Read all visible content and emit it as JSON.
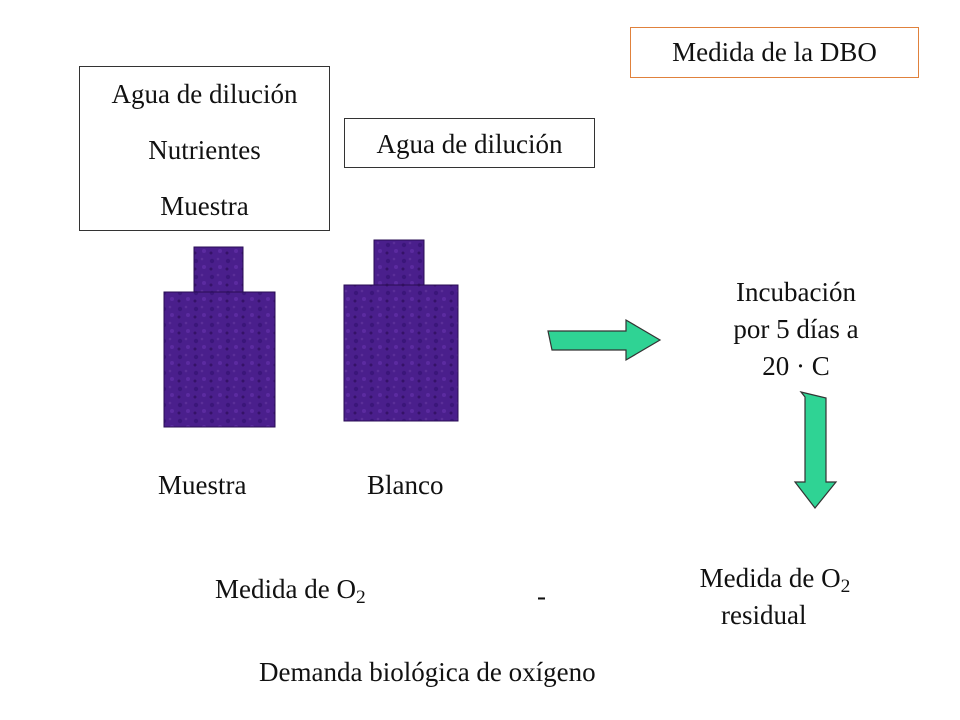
{
  "title": "Medida de la DBO",
  "mix_box": {
    "lines": [
      "Agua de dilución",
      "Nutrientes",
      "Muestra"
    ]
  },
  "dilution_box": {
    "label": "Agua de dilución"
  },
  "bottles": {
    "sample_label": "Muestra",
    "blank_label": "Blanco"
  },
  "incubation": {
    "lines": [
      "Incubación",
      "por 5 días a",
      "20 · C"
    ]
  },
  "measure_o2": {
    "prefix": "Medida de O",
    "sub": "2"
  },
  "measure_residual": {
    "prefix": "Medida de O",
    "sub": "2",
    "line2": "residual"
  },
  "minus_sign": "-",
  "result": "Demanda biológica de oxígeno",
  "colors": {
    "title_border": "#e0813c",
    "bottle": "#4a1f8c",
    "arrow": "#2fd394"
  }
}
